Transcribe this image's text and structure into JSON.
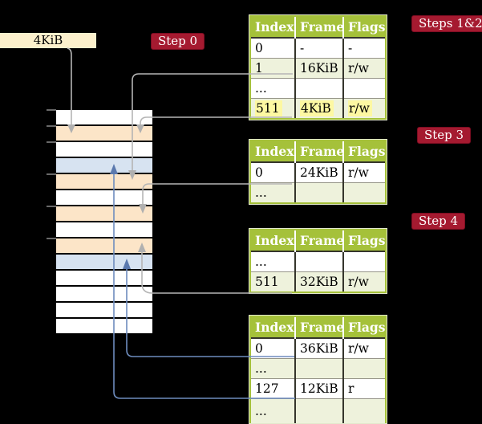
{
  "colors": {
    "background": "#000000",
    "header_green": "#a5c13a",
    "row_green": "#eef2dc",
    "row_white": "#ffffff",
    "frame_table": "#fce5c8",
    "frame_mapped": "#d7e3f1",
    "highlight_yellow": "#fdf8a2",
    "badge_red": "#a51a30",
    "box_cream": "#fcf0cc",
    "connector_gray": "#b5b5b5",
    "connector_blue": "#6e8cbe",
    "arrow_gray": "#b0b0b0",
    "arrow_blue": "#5b79ae",
    "tick_gray": "#8c8c8c"
  },
  "frame_box": {
    "label": "4KiB"
  },
  "badges": {
    "step0": "Step 0",
    "steps12": "Steps 1&2",
    "step3": "Step 3",
    "step4": "Step 4"
  },
  "memory_column": {
    "rows": [
      "free",
      "table",
      "free",
      "mapped",
      "table",
      "free",
      "table",
      "free",
      "table",
      "mapped",
      "free",
      "free",
      "free",
      "free"
    ]
  },
  "table_columns": [
    "Index",
    "Frame",
    "Flags"
  ],
  "page_tables": [
    {
      "name": "page-table-steps-1-2",
      "rows": [
        {
          "cells": [
            "0",
            "-",
            "-"
          ],
          "highlight": false
        },
        {
          "cells": [
            "1",
            "16KiB",
            "r/w"
          ],
          "highlight": false
        },
        {
          "cells": [
            "...",
            "",
            ""
          ],
          "highlight": false
        },
        {
          "cells": [
            "511",
            "4KiB",
            "r/w"
          ],
          "highlight": true
        }
      ]
    },
    {
      "name": "page-table-step-3",
      "rows": [
        {
          "cells": [
            "0",
            "24KiB",
            "r/w"
          ],
          "highlight": false
        },
        {
          "cells": [
            "...",
            "",
            ""
          ],
          "highlight": false
        }
      ]
    },
    {
      "name": "page-table-step-4",
      "rows": [
        {
          "cells": [
            "...",
            "",
            ""
          ],
          "highlight": false
        },
        {
          "cells": [
            "511",
            "32KiB",
            "r/w"
          ],
          "highlight": false
        }
      ]
    },
    {
      "name": "page-table-final",
      "rows": [
        {
          "cells": [
            "0",
            "36KiB",
            "r/w"
          ],
          "highlight": false
        },
        {
          "cells": [
            "...",
            "",
            ""
          ],
          "highlight": false
        },
        {
          "cells": [
            "127",
            "12KiB",
            "r"
          ],
          "highlight": false
        },
        {
          "cells": [
            "...",
            "",
            ""
          ],
          "highlight": false
        }
      ]
    }
  ]
}
